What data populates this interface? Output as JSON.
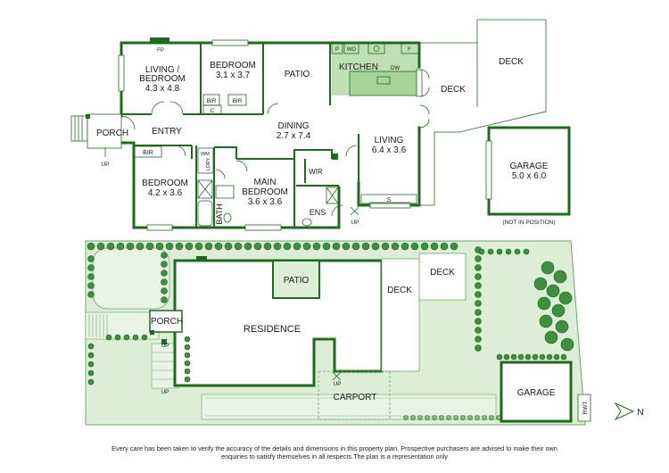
{
  "colors": {
    "wall": "#1e6b1e",
    "fill": "#dcefd6",
    "kitchen": "#bfe0b2",
    "shrub": "#3f8f3f",
    "shrub_light": "#7fc07f",
    "text": "#1a1a1a"
  },
  "floor_plan": {
    "fp": "FP",
    "living_bedroom": {
      "name1": "LIVING /",
      "name2": "BEDROOM",
      "size": "4.3 x 4.8"
    },
    "bedroom1": {
      "name": "BEDROOM",
      "size": "3.1 x 3.7"
    },
    "patio": "PATIO",
    "kitchen": "KITCHEN",
    "pantry": "P",
    "wall_oven": "WO",
    "fridge": "F",
    "dishwasher": "DW",
    "deck": "DECK",
    "deck_top": "DECK",
    "bir1": "BIR",
    "bir2": "BIR",
    "cupboard": "C",
    "porch": "PORCH",
    "entry": "ENTRY",
    "up1": "UP",
    "dining": {
      "name": "DINING",
      "size": "2.7 x 7.4"
    },
    "living": {
      "name": "LIVING",
      "size": "6.4 x 3.6"
    },
    "shower": "S",
    "bir3": "BIR",
    "wm": "WM",
    "ldry": "LDRY",
    "bedroom2": {
      "name": "BEDROOM",
      "size": "4.2 x 3.6"
    },
    "bath": "BATH",
    "main_bedroom": {
      "name1": "MAIN",
      "name2": "BEDROOM",
      "size": "3.6 x 3.6"
    },
    "wir": "WIR",
    "ens": "ENS",
    "up2": "UP",
    "garage": {
      "name": "GARAGE",
      "size": "5.0 x 6.0",
      "note": "(NOT IN POSITION)"
    }
  },
  "site_plan": {
    "patio": "PATIO",
    "residence": "RESIDENCE",
    "porch": "PORCH",
    "deck1": "DECK",
    "deck2": "DECK",
    "up1": "UP",
    "up2": "UP",
    "up3": "UP",
    "carport": "CARPORT",
    "garage": "GARAGE",
    "rwt": "RWT",
    "north": "N"
  },
  "disclaimer": {
    "line1": "Every care has been taken to verify the accuracy of the details and dimensions in this property plan. Prospective purchasers are advised to make their own",
    "line2": "enquiries to satisfy themselves in all respects.The plan is a representation only"
  }
}
